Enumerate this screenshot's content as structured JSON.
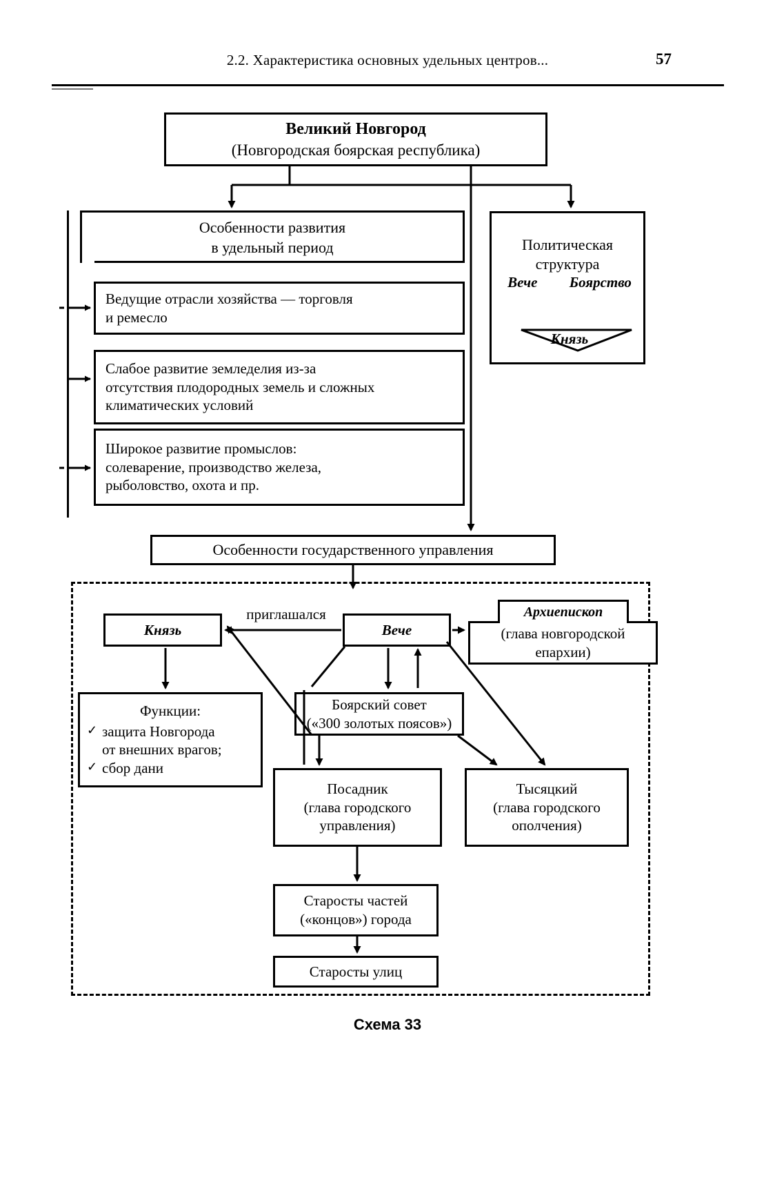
{
  "header": {
    "running_title": "2.2. Характеристика основных удельных центров...",
    "page_number": "57"
  },
  "title_box": {
    "line1": "Великий Новгород",
    "line2": "(Новгородская боярская республика)"
  },
  "left_section": {
    "heading_line1": "Особенности развития",
    "heading_line2": "в удельный период",
    "features": [
      {
        "line1": "Ведущие отрасли хозяйства — торговля",
        "line2": "и ремесло",
        "line3": ""
      },
      {
        "line1": "Слабое развитие земледелия  из-за",
        "line2": "отсутствия плодородных земель и сложных",
        "line3": "климатических условий"
      },
      {
        "line1": "Широкое развитие промыслов:",
        "line2": "солеварение,  производство железа,",
        "line3": "рыболовство,  охота и пр."
      }
    ]
  },
  "political_structure": {
    "heading_line1": "Политическая",
    "heading_line2": "структура",
    "top_left": "Вече",
    "top_right": "Боярство",
    "bottom": "Князь"
  },
  "mid_bar": {
    "label": "Особенности государственного управления"
  },
  "governance": {
    "knyaz": "Князь",
    "veche": "Вече",
    "invited_label": "приглашался",
    "archbishop_title": "Архиепископ",
    "archbishop_sub_line1": "(глава новгородской",
    "archbishop_sub_line2": "епархии)",
    "functions_heading": "Функции:",
    "functions_items": [
      {
        "marker": "✓",
        "line1": "защита Новгорода",
        "line2": "от внешних врагов;"
      },
      {
        "marker": "✓",
        "line1": "сбор дани",
        "line2": ""
      }
    ],
    "boyar_council_line1": "Боярский совет",
    "boyar_council_line2": "(«300 золотых поясов»)",
    "posadnik_line1": "Посадник",
    "posadnik_line2": "(глава городского",
    "posadnik_line3": "управления)",
    "tysyatsky_line1": "Тысяцкий",
    "tysyatsky_line2": "(глава городского",
    "tysyatsky_line3": "ополчения)",
    "starosty_konec_line1": "Старосты частей",
    "starosty_konec_line2": "(«концов») города",
    "starosty_ulic": "Старосты улиц"
  },
  "caption": "Схема 33",
  "colors": {
    "ink": "#000000",
    "paper": "#ffffff"
  }
}
